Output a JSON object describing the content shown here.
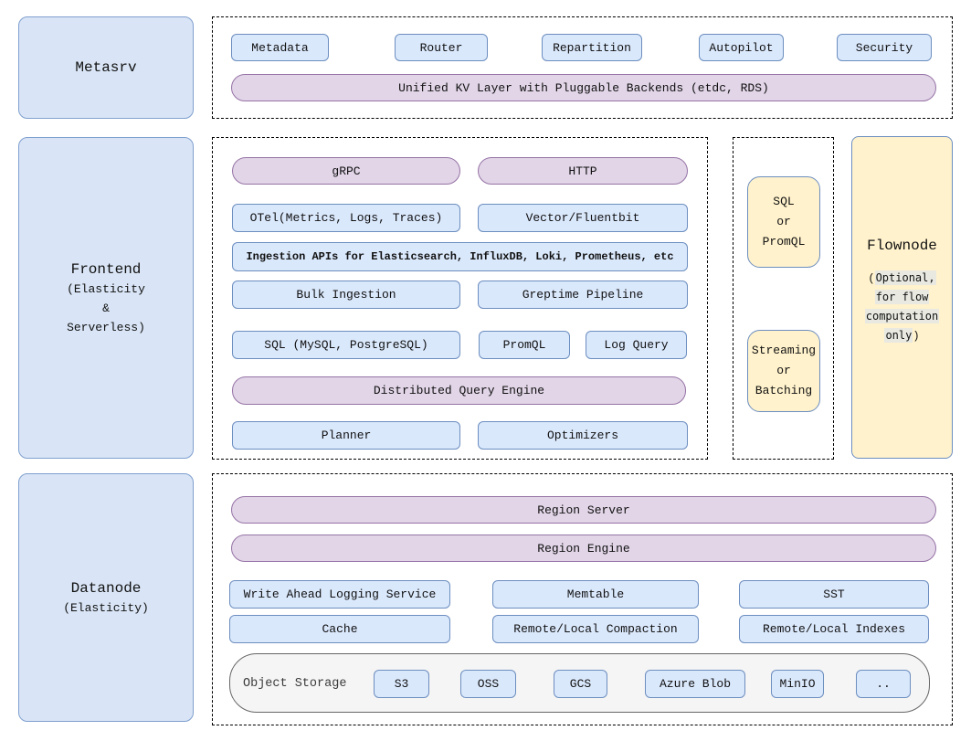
{
  "colors": {
    "blue-fill": "#dae8fc",
    "blue-stroke": "#6c8ebf",
    "panel-fill": "#d9e5f6",
    "panel-stroke": "#7f9fce",
    "purple-fill": "#e1d5e7",
    "purple-stroke": "#9673a6",
    "yellow-fill": "#fff2cc",
    "yellow-stroke": "#6c8ebf",
    "gray-fill": "#f5f5f5",
    "gray-stroke": "#666666",
    "code-bg": "#e9e9e2",
    "text": "#111111"
  },
  "metasrv": {
    "panel_title": "Metasrv",
    "chips": [
      "Metadata",
      "Router",
      "Repartition",
      "Autopilot",
      "Security"
    ],
    "kv_bar": "Unified KV Layer with Pluggable Backends (etdc, RDS)"
  },
  "frontend": {
    "panel_title": "Frontend",
    "subtitle_lines": [
      "(Elasticity",
      "&",
      "Serverless)"
    ],
    "grpc": "gRPC",
    "http": "HTTP",
    "otel": "OTel(Metrics, Logs, Traces)",
    "vector": "Vector/Fluentbit",
    "ingestion_apis": "Ingestion APIs for Elasticsearch, InfluxDB, Loki, Prometheus, etc",
    "bulk_ingestion": "Bulk Ingestion",
    "greptime_pipeline": "Greptime Pipeline",
    "sql": "SQL (MySQL, PostgreSQL)",
    "promql": "PromQL",
    "log_query": "Log Query",
    "distributed_query_engine": "Distributed Query Engine",
    "planner": "Planner",
    "optimizers": "Optimizers"
  },
  "flow": {
    "sql_or_promql_lines": [
      "SQL",
      "or",
      "PromQL"
    ],
    "streaming_or_batching_lines": [
      "Streaming",
      "or",
      "Batching"
    ],
    "flownode_title": "Flownode",
    "note_lines": [
      {
        "pre": "(",
        "code": "Optional,"
      },
      {
        "code": "for flow"
      },
      {
        "code": "computation"
      },
      {
        "code": "only",
        "post": ")"
      }
    ]
  },
  "datanode": {
    "panel_title": "Datanode",
    "subtitle": "(Elasticity)",
    "region_server": "Region Server",
    "region_engine": "Region Engine",
    "wal": "Write Ahead Logging Service",
    "memtable": "Memtable",
    "sst": "SST",
    "cache": "Cache",
    "compaction": "Remote/Local Compaction",
    "indexes": "Remote/Local Indexes",
    "object_storage_label": "Object Storage",
    "object_storage_items": [
      "S3",
      "OSS",
      "GCS",
      "Azure Blob",
      "MinIO",
      ".."
    ]
  }
}
